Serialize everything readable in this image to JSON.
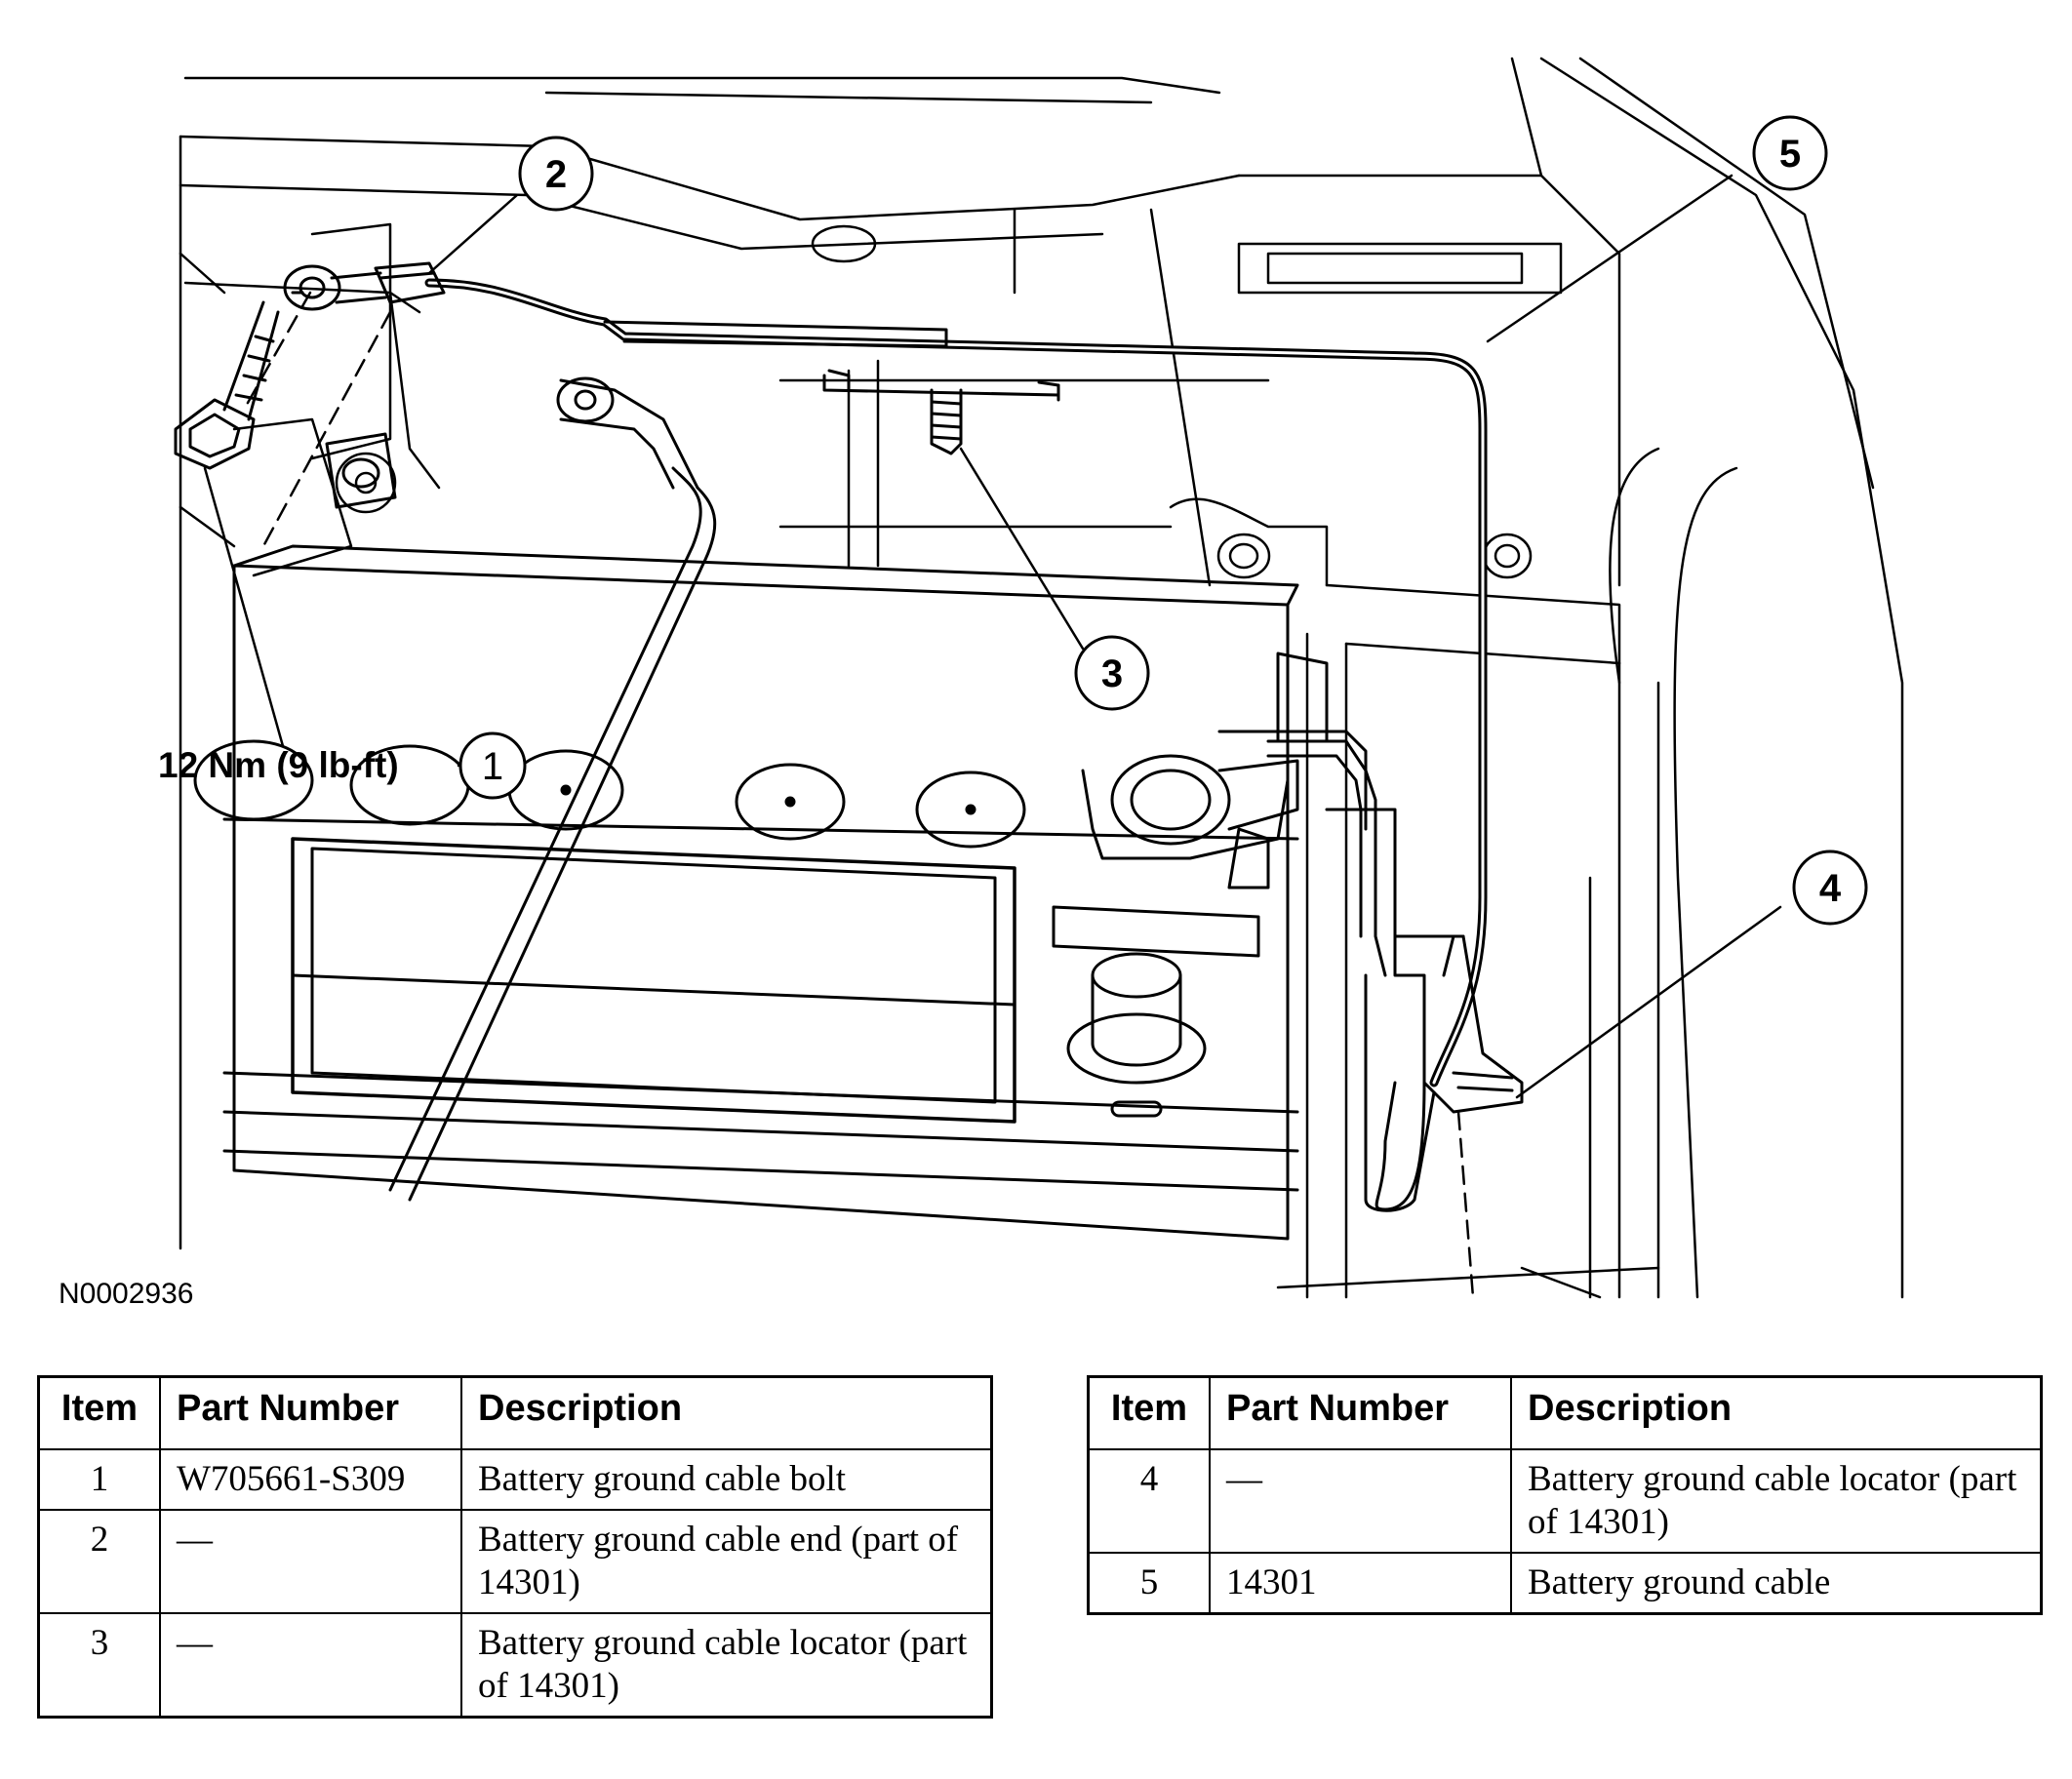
{
  "figure": {
    "figure_id": "N0002936",
    "torque_label": "12 Nm (9 lb-ft)",
    "callouts": [
      "1",
      "2",
      "3",
      "4",
      "5"
    ]
  },
  "tables": {
    "headers": {
      "item": "Item",
      "part_number": "Part Number",
      "description": "Description"
    },
    "left_rows": [
      {
        "item": "1",
        "part_number": "W705661-S309",
        "description": "Battery ground cable bolt"
      },
      {
        "item": "2",
        "part_number": "—",
        "description": "Battery ground cable end (part of 14301)"
      },
      {
        "item": "3",
        "part_number": "—",
        "description": "Battery ground cable locator (part of 14301)"
      }
    ],
    "right_rows": [
      {
        "item": "4",
        "part_number": "—",
        "description": "Battery ground cable locator (part of 14301)"
      },
      {
        "item": "5",
        "part_number": "14301",
        "description": "Battery ground cable"
      }
    ]
  }
}
